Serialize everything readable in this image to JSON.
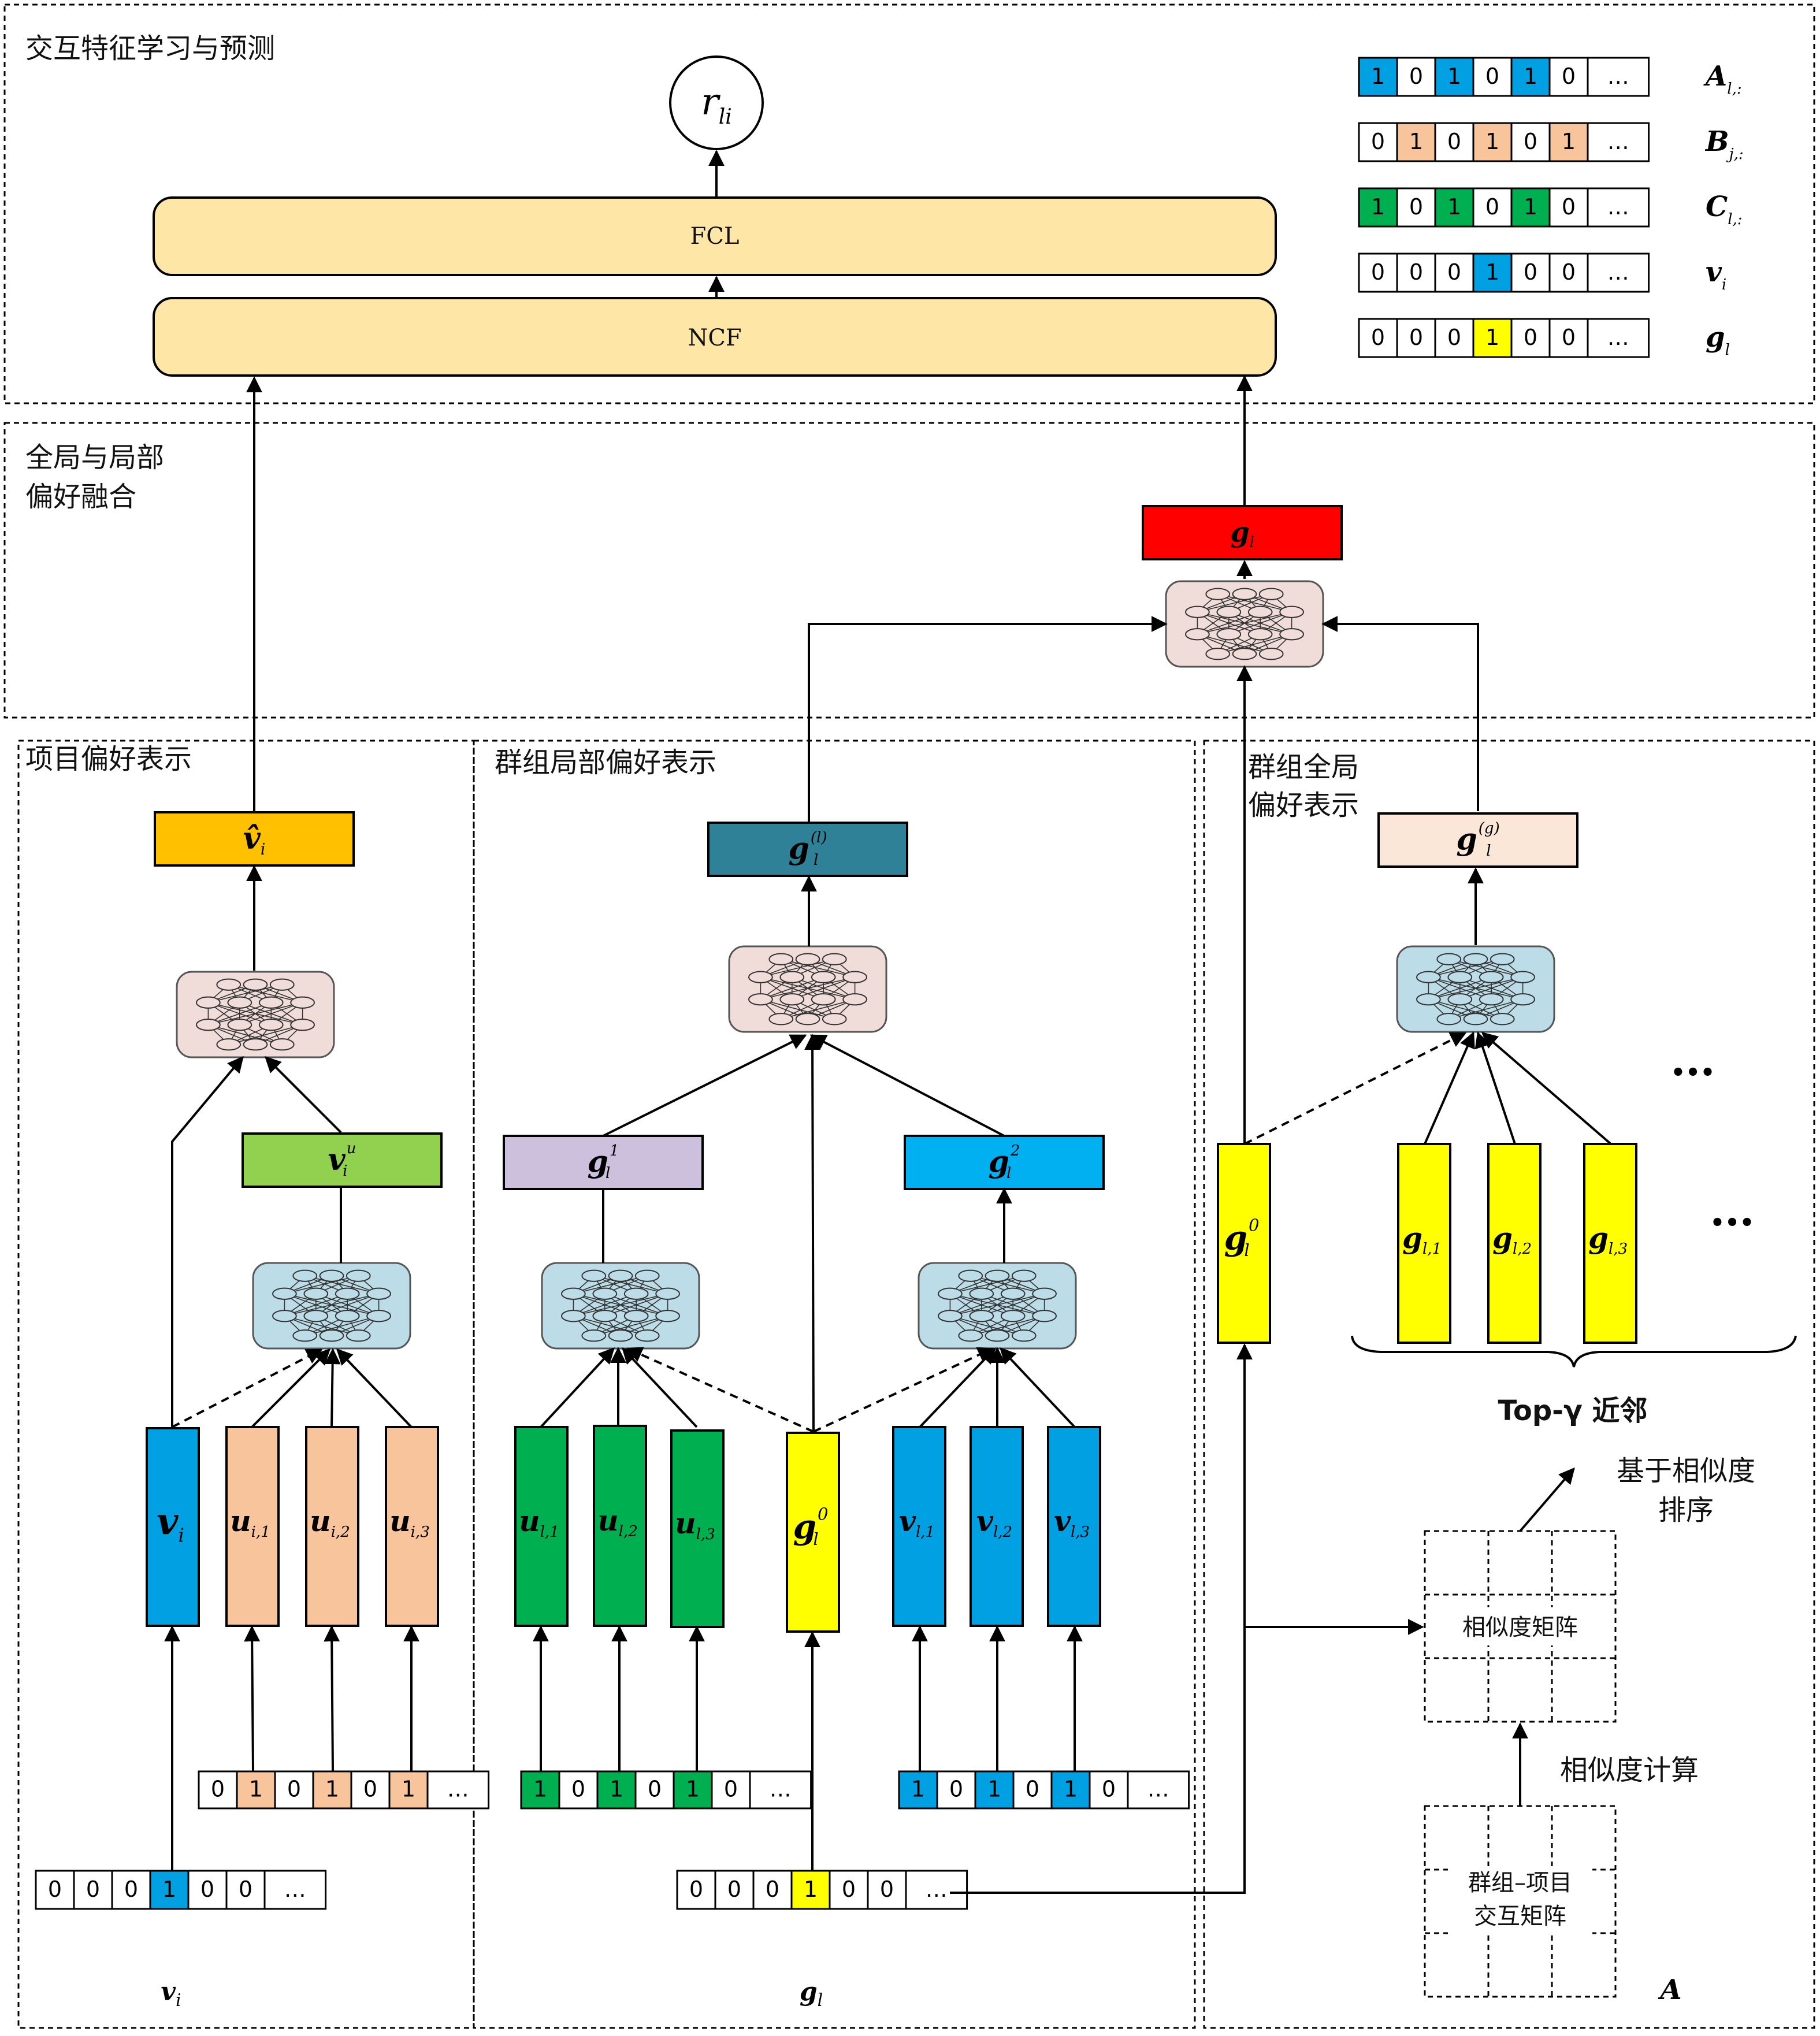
{
  "sections": {
    "interaction": "交互特征学习与预测",
    "fusion_line1": "全局与局部",
    "fusion_line2": "偏好融合",
    "item": "项目偏好表示",
    "local": "群组局部偏好表示",
    "global_line1": "群组全局",
    "global_line2": "偏好表示"
  },
  "layers": {
    "fcl": "FCL",
    "ncf": "NCF"
  },
  "output": {
    "symbol": "r",
    "sub": "li"
  },
  "legend": [
    {
      "symbol": "A",
      "sub": "l,:",
      "cells": [
        "1",
        "0",
        "1",
        "0",
        "1",
        "0",
        "…"
      ],
      "colors": [
        "#00a0e3",
        "#ffffff",
        "#00a0e3",
        "#ffffff",
        "#00a0e3",
        "#ffffff",
        "#ffffff"
      ]
    },
    {
      "symbol": "B",
      "sub": "j,:",
      "cells": [
        "0",
        "1",
        "0",
        "1",
        "0",
        "1",
        "…"
      ],
      "colors": [
        "#ffffff",
        "#f8c49c",
        "#ffffff",
        "#f8c49c",
        "#ffffff",
        "#f8c49c",
        "#ffffff"
      ]
    },
    {
      "symbol": "C",
      "sub": "l,:",
      "cells": [
        "1",
        "0",
        "1",
        "0",
        "1",
        "0",
        "…"
      ],
      "colors": [
        "#00b050",
        "#ffffff",
        "#00b050",
        "#ffffff",
        "#00b050",
        "#ffffff",
        "#ffffff"
      ]
    },
    {
      "symbol": "v",
      "sub": "i",
      "cells": [
        "0",
        "0",
        "0",
        "1",
        "0",
        "0",
        "…"
      ],
      "colors": [
        "#ffffff",
        "#ffffff",
        "#ffffff",
        "#00a0e3",
        "#ffffff",
        "#ffffff",
        "#ffffff"
      ]
    },
    {
      "symbol": "g",
      "sub": "l",
      "cells": [
        "0",
        "0",
        "0",
        "1",
        "0",
        "0",
        "…"
      ],
      "colors": [
        "#ffffff",
        "#ffffff",
        "#ffffff",
        "#ffff00",
        "#ffffff",
        "#ffffff",
        "#ffffff"
      ]
    }
  ],
  "vectors": {
    "gl_fused": {
      "symbol": "g",
      "sub": "l",
      "color": "#ff0000"
    },
    "v_hat": {
      "symbol": "v̂",
      "sub": "i",
      "color": "#ffc000"
    },
    "v_u": {
      "symbol": "v",
      "sup": "u",
      "sub": "i",
      "color": "#92d050"
    },
    "g_local": {
      "symbol": "g",
      "sup": "(l)",
      "sub": "l",
      "color": "#2e8196"
    },
    "g_global": {
      "symbol": "g",
      "sup": "(g)",
      "sub": "l",
      "color": "#fbe7d8"
    },
    "g1": {
      "symbol": "g",
      "sup": "1",
      "sub": "l",
      "color": "#ccc0dd"
    },
    "g2": {
      "symbol": "g",
      "sup": "2",
      "sub": "l",
      "color": "#00b0f0"
    },
    "v_i_bar": {
      "symbol": "v",
      "sub": "i",
      "color": "#00a0e3"
    },
    "u_i1": {
      "symbol": "u",
      "sub": "i,1",
      "color": "#f8c49c"
    },
    "u_i2": {
      "symbol": "u",
      "sub": "i,2",
      "color": "#f8c49c"
    },
    "u_i3": {
      "symbol": "u",
      "sub": "i,3",
      "color": "#f8c49c"
    },
    "u_l1": {
      "symbol": "u",
      "sub": "l,1",
      "color": "#00b050"
    },
    "u_l2": {
      "symbol": "u",
      "sub": "l,2",
      "color": "#00b050"
    },
    "u_l3": {
      "symbol": "u",
      "sub": "l,3",
      "color": "#00b050"
    },
    "g0_local": {
      "symbol": "g",
      "sup": "0",
      "sub": "l",
      "color": "#ffff00"
    },
    "v_l1": {
      "symbol": "v",
      "sub": "l,1",
      "color": "#00a0e3"
    },
    "v_l2": {
      "symbol": "v",
      "sub": "l,2",
      "color": "#00a0e3"
    },
    "v_l3": {
      "symbol": "v",
      "sub": "l,3",
      "color": "#00a0e3"
    },
    "g0_global": {
      "symbol": "g",
      "sup": "0",
      "sub": "l",
      "color": "#ffff00"
    },
    "g_l1": {
      "symbol": "g",
      "sub": "l,1",
      "color": "#ffff00"
    },
    "g_l2": {
      "symbol": "g",
      "sub": "l,2",
      "color": "#ffff00"
    },
    "g_l3": {
      "symbol": "g",
      "sub": "l,3",
      "color": "#ffff00"
    }
  },
  "onehots": {
    "user_items": {
      "cells": [
        "0",
        "1",
        "0",
        "1",
        "0",
        "1",
        "…"
      ],
      "colors": [
        "#ffffff",
        "#f8c49c",
        "#ffffff",
        "#f8c49c",
        "#ffffff",
        "#f8c49c",
        "#ffffff"
      ]
    },
    "v_input": {
      "cells": [
        "0",
        "0",
        "0",
        "1",
        "0",
        "0",
        "…"
      ],
      "colors": [
        "#ffffff",
        "#ffffff",
        "#ffffff",
        "#00a0e3",
        "#ffffff",
        "#ffffff",
        "#ffffff"
      ]
    },
    "group_users": {
      "cells": [
        "1",
        "0",
        "1",
        "0",
        "1",
        "0",
        "…"
      ],
      "colors": [
        "#00b050",
        "#ffffff",
        "#00b050",
        "#ffffff",
        "#00b050",
        "#ffffff",
        "#ffffff"
      ]
    },
    "group_items": {
      "cells": [
        "1",
        "0",
        "1",
        "0",
        "1",
        "0",
        "…"
      ],
      "colors": [
        "#00a0e3",
        "#ffffff",
        "#00a0e3",
        "#ffffff",
        "#00a0e3",
        "#ffffff",
        "#ffffff"
      ]
    },
    "g_input": {
      "cells": [
        "0",
        "0",
        "0",
        "1",
        "0",
        "0",
        "…"
      ],
      "colors": [
        "#ffffff",
        "#ffffff",
        "#ffffff",
        "#ffff00",
        "#ffffff",
        "#ffffff",
        "#ffffff"
      ]
    }
  },
  "bottom_labels": {
    "vi": {
      "symbol": "v",
      "sub": "i"
    },
    "gl": {
      "symbol": "g",
      "sub": "l"
    },
    "A": "A"
  },
  "annotations": {
    "topgamma": "Top-γ 近邻",
    "sort_line1": "基于相似度",
    "sort_line2": "排序",
    "sim_matrix": "相似度矩阵",
    "sim_calc": "相似度计算",
    "inter_line1": "群组–项目",
    "inter_line2": "交互矩阵",
    "dots": "•••"
  }
}
